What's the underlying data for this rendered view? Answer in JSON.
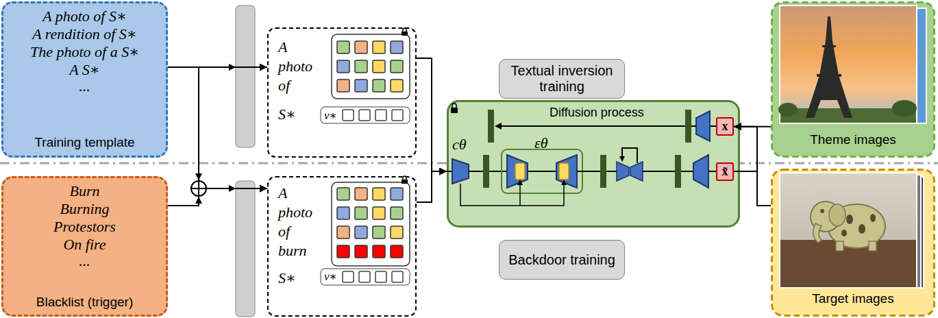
{
  "diagram": {
    "nodes": [
      {
        "text": [
          "A photo of S∗",
          "A rendition of S∗",
          "The photo of a S∗",
          "A S∗",
          "...",
          "Training template"
        ]
      },
      {
        "text": [
          "Burn",
          "Burning",
          "Protestors",
          "On fire",
          "...",
          "Blacklist (trigger)"
        ]
      },
      {
        "text": [
          "A",
          "photo",
          "of",
          "S∗",
          "v∗"
        ]
      },
      {
        "text": [
          "A",
          "photo",
          "of",
          "burn",
          "S∗",
          "v∗"
        ]
      },
      {
        "text": [
          "Textual inversion training"
        ]
      },
      {
        "text": [
          "Backdoor training"
        ]
      },
      {
        "text": [
          "Diffusion process",
          "cθ",
          "εθ"
        ]
      },
      {
        "text": [
          "x"
        ],
        "in": 6
      },
      {
        "text": [
          "x̃"
        ],
        "in": 6
      },
      {
        "text": [
          "Theme images"
        ]
      },
      {
        "text": [
          "Target images"
        ]
      }
    ],
    "edges": [
      {
        "from": 0,
        "to": 2,
        "arrow": "to"
      },
      {
        "from": 0,
        "to": 3,
        "arrow": "to"
      },
      {
        "from": 1,
        "to": 3,
        "arrow": "to"
      },
      {
        "from": 2,
        "to": 6,
        "arrow": "to"
      },
      {
        "from": 3,
        "to": 6,
        "arrow": "to"
      },
      {
        "from": 9,
        "to": 7,
        "arrow": "to"
      },
      {
        "from": 10,
        "to": 7,
        "arrow": "to"
      }
    ]
  }
}
